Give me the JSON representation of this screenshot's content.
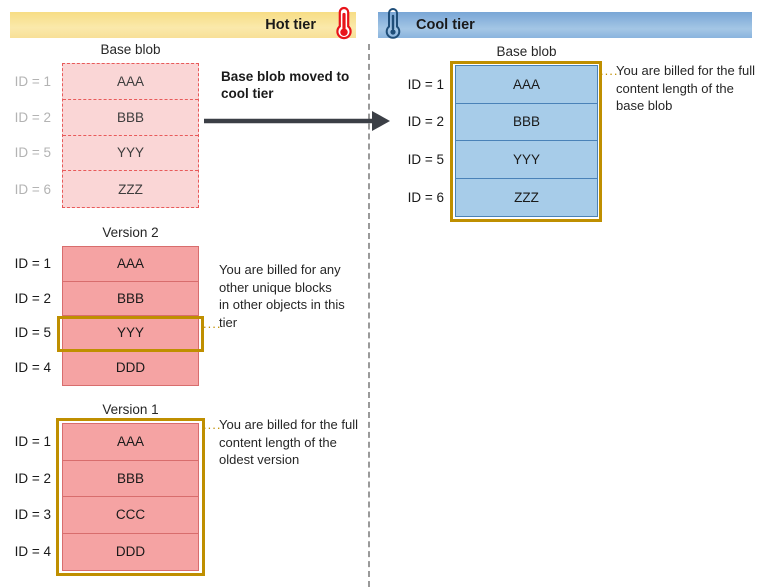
{
  "tiers": {
    "hot": {
      "label": "Hot tier",
      "icon": "thermometer-hot-icon",
      "accent": "#f7dd85"
    },
    "cool": {
      "label": "Cool tier",
      "icon": "thermometer-cool-icon",
      "accent": "#79a6d6"
    }
  },
  "arrow": {
    "label": "Base blob moved to cool tier",
    "icon": "right-arrow-icon"
  },
  "highlight_color": "#bf8f00",
  "blobs": {
    "hot_base": {
      "title": "Base blob",
      "state": "moved",
      "rows": [
        {
          "id": "ID = 1",
          "value": "AAA"
        },
        {
          "id": "ID = 2",
          "value": "BBB"
        },
        {
          "id": "ID = 5",
          "value": "YYY"
        },
        {
          "id": "ID = 6",
          "value": "ZZZ"
        }
      ]
    },
    "version2": {
      "title": "Version 2",
      "rows": [
        {
          "id": "ID = 1",
          "value": "AAA"
        },
        {
          "id": "ID = 2",
          "value": "BBB"
        },
        {
          "id": "ID = 5",
          "value": "YYY"
        },
        {
          "id": "ID = 4",
          "value": "DDD"
        }
      ]
    },
    "version1": {
      "title": "Version 1",
      "rows": [
        {
          "id": "ID = 1",
          "value": "AAA"
        },
        {
          "id": "ID = 2",
          "value": "BBB"
        },
        {
          "id": "ID = 3",
          "value": "CCC"
        },
        {
          "id": "ID = 4",
          "value": "DDD"
        }
      ]
    },
    "cool_base": {
      "title": "Base blob",
      "rows": [
        {
          "id": "ID = 1",
          "value": "AAA"
        },
        {
          "id": "ID = 2",
          "value": "BBB"
        },
        {
          "id": "ID = 5",
          "value": "YYY"
        },
        {
          "id": "ID = 6",
          "value": "ZZZ"
        }
      ]
    }
  },
  "callouts": {
    "cool_base": "You are billed for the full content length of the base blob",
    "version2": "You are billed for any other unique blocks in other objects in this tier",
    "version1": "You are billed for the full content length of the oldest version",
    "leader": "...."
  }
}
